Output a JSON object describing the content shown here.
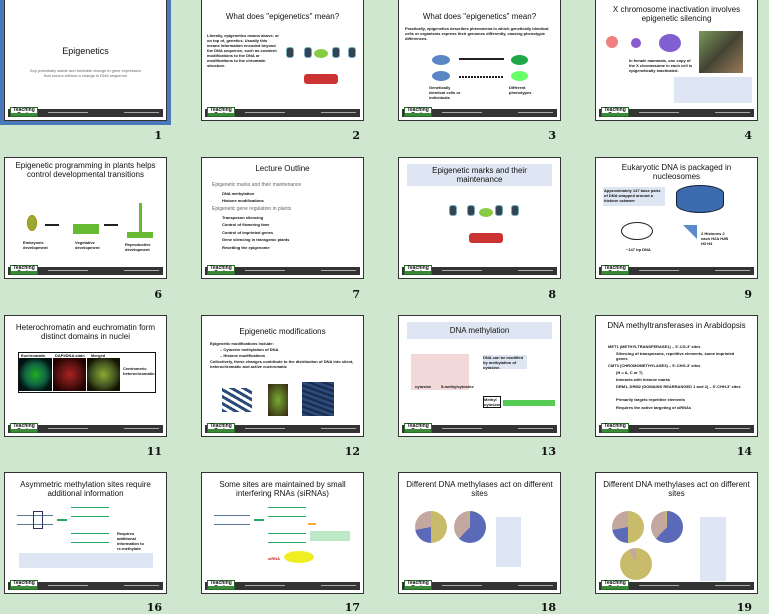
{
  "logo_text": "Teaching Tools",
  "slides": [
    {
      "number": "1",
      "title": "Epigenetics",
      "subtitle": "Any potentially stable and heritable change in gene expression that occurs without a change in DNA sequence"
    },
    {
      "number": "2",
      "title": "What does \"epigenetics\" mean?",
      "body": "Literally, epigenetics means above, or on top of, genetics. Usually this means information encoded beyond the DNA sequence, such as covalent modifications to the DNA or modifications to the chromatin structure."
    },
    {
      "number": "3",
      "title": "What does \"epigenetics\" mean?",
      "body": "Practically, epigenetics describes phenomena in which genetically identical cells or organisms express their genomes differently, causing phenotypic differences.",
      "left_label": "Genetically identical cells or individuals",
      "right_label": "Different phenotypes"
    },
    {
      "number": "4",
      "title": "X chromosome inactivation involves epigenetic silencing",
      "caption": "In female mammals, one copy of the X chromosome in each cell is epigenetically inactivated."
    },
    {
      "number": "6",
      "title": "Epigenetic programming in plants helps control developmental transitions",
      "labels": [
        "Embryonic development",
        "Vegetative development",
        "Reproductive development"
      ]
    },
    {
      "number": "7",
      "title": "Lecture Outline",
      "sections": [
        {
          "head": "Epigenetic marks and their maintenance",
          "items": [
            "DNA methylation",
            "Histone modifications"
          ]
        },
        {
          "head": "Epigenetic gene regulation in plants",
          "items": [
            "Transposon silencing",
            "Control of flowering time",
            "Control of imprinted genes",
            "Gene silencing in transgenic plants",
            "Resetting the epigenome"
          ]
        }
      ]
    },
    {
      "number": "8",
      "title": "Epigenetic marks and their maintenance"
    },
    {
      "number": "9",
      "title": "Eukaryotic DNA is packaged in nucleosomes",
      "box": "Approximately 147 base pairs of DNA wrapped around a histone octamer",
      "dna_label": "~147 bp DNA",
      "histones": "2 Histones 2 each H2A H2B H3 H4"
    },
    {
      "number": "11",
      "title": "Heterochromatin and euchromatin form distinct domains in nuclei",
      "panels": [
        "Euchromatin",
        "DAPI/DNA stain",
        "Merged"
      ],
      "note": "Centromeric heterochromatin"
    },
    {
      "number": "12",
      "title": "Epigenetic modifications",
      "body": [
        "Epigenetic modifications include:",
        "– Cytosine methylation of DNA",
        "– Histone modifications",
        "Collectively, these changes contribute to the distribution of DNA into silent, heterochromatic and active euchromatic"
      ]
    },
    {
      "number": "13",
      "title": "DNA methylation",
      "box": "DNA can be modified by methylation of cytosine.",
      "labels": [
        "cytosine",
        "5-methylcytosine",
        "Methyl cytosine"
      ]
    },
    {
      "number": "14",
      "title": "DNA methyltransferases in Arabidopsis",
      "items": [
        "MET1 (METHYLTRANSFERASE1) – 5'-CG-3' sites",
        "Silencing of transposons, repetitive elements, some imprinted genes",
        "CMT3 (CHROMOMETHYLASE3) – 5'-CHG-3' sites",
        "(H = A, C or T)",
        "Interacts with histone marks",
        "DRM1, DRM2 (DOMAINS REARRANGED 1 and 2) – 5'-CHH-3' sites",
        "Primarily targets repetitive elements",
        "Requires the active targeting of siRNAs"
      ]
    },
    {
      "number": "16",
      "title": "Asymmetric methylation sites require additional information",
      "note": "Requires additional information to re-methylate"
    },
    {
      "number": "17",
      "title": "Some sites are maintained by small interfering RNAs (siRNAs)",
      "label": "siRNA"
    },
    {
      "number": "18",
      "title": "Different DNA methylases act on different sites"
    },
    {
      "number": "19",
      "title": "Different DNA methylases act on different sites"
    }
  ]
}
